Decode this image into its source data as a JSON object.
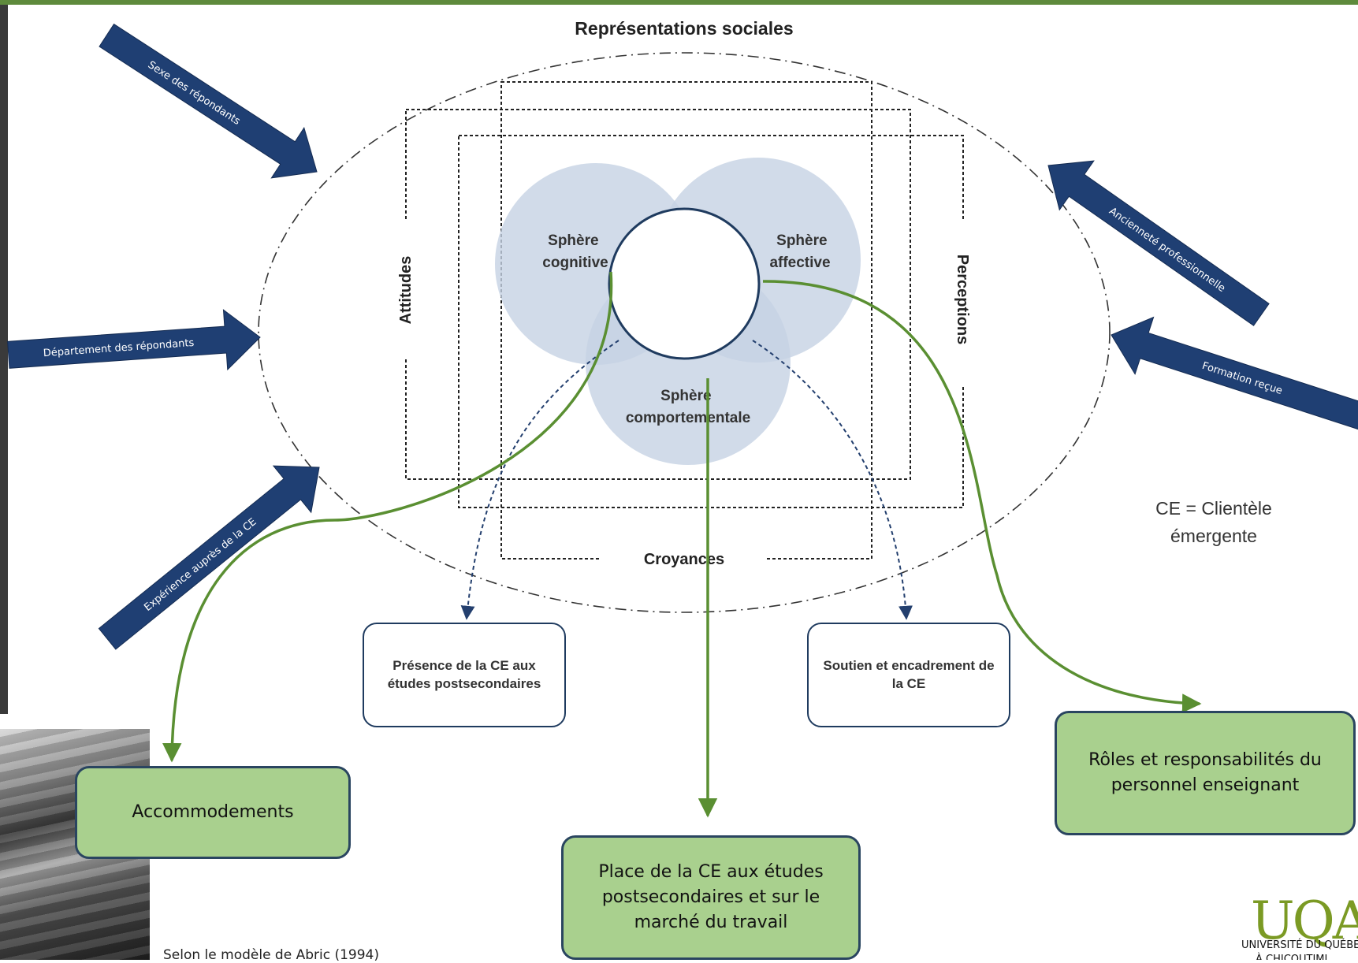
{
  "title": "Représentations sociales",
  "frames": {
    "left": "Attitudes",
    "right": "Perceptions",
    "bottom": "Croyances"
  },
  "spheres": {
    "cognitive": [
      "Sphère",
      "cognitive"
    ],
    "affective": [
      "Sphère",
      "affective"
    ],
    "behavioral": [
      "Sphère",
      "comportementale"
    ]
  },
  "factors": {
    "sex": "Sexe des répondants",
    "department": "Département des répondants",
    "experience": "Expérience auprès de la CE",
    "seniority": "Ancienneté professionnelle",
    "training": "Formation reçue"
  },
  "outcomes": {
    "presence": "Présence de la CE aux études postsecondaires",
    "support": "Soutien et encadrement de la CE"
  },
  "highlights": {
    "accommodations": "Accommodements",
    "place": "Place de la CE aux études postsecondaires et sur le marché du travail",
    "roles": "Rôles et responsabilités du personnel enseignant"
  },
  "note": "CE = Clientèle émergente",
  "source": "Selon le modèle de Abric (1994)",
  "logo": {
    "mark": "UQAC",
    "line1": "UNIVERSITÉ DU QUÉBEC",
    "line2": "À CHICOUTIMI"
  },
  "colors": {
    "arrow": "#1f3f73",
    "sphere": "#c5d2e3",
    "green_line": "#5a8f32",
    "green_box": "#a9d08e",
    "dotted_arrow": "#233f6e"
  }
}
